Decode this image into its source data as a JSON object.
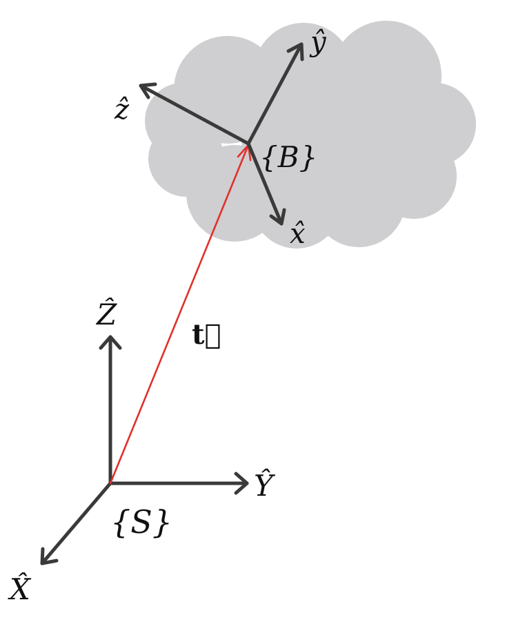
{
  "colors": {
    "axis": "#3a3a3a",
    "vector": "#e0302a",
    "cloud": "#cfced0",
    "text": "#111111"
  },
  "world_frame": {
    "label": "{S}",
    "axes": [
      {
        "id": "X",
        "label": "X̂"
      },
      {
        "id": "Y",
        "label": "Ŷ"
      },
      {
        "id": "Z",
        "label": "Ẑ"
      }
    ]
  },
  "body_frame": {
    "label": "{B}",
    "axes": [
      {
        "id": "x",
        "label": "x̂"
      },
      {
        "id": "y",
        "label": "ŷ"
      },
      {
        "id": "z",
        "label": "ẑ"
      }
    ]
  },
  "translation": {
    "label": "t⃗"
  }
}
